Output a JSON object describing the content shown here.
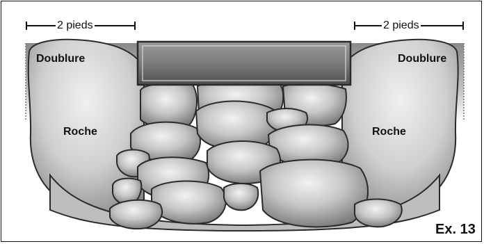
{
  "dimension_left": "2 pieds",
  "dimension_right": "2 pieds",
  "liner_left": "Doublure",
  "liner_right": "Doublure",
  "rock_left": "Roche",
  "rock_right": "Roche",
  "example_label": "Ex. 13",
  "colors": {
    "line": "#111111",
    "stone_light": "#d8d8d8",
    "stone_dark": "#6e6e6e",
    "stone_outline": "#2a2a2a",
    "liner_band": "#b8b8b8",
    "pipe_dark": "#555555"
  }
}
